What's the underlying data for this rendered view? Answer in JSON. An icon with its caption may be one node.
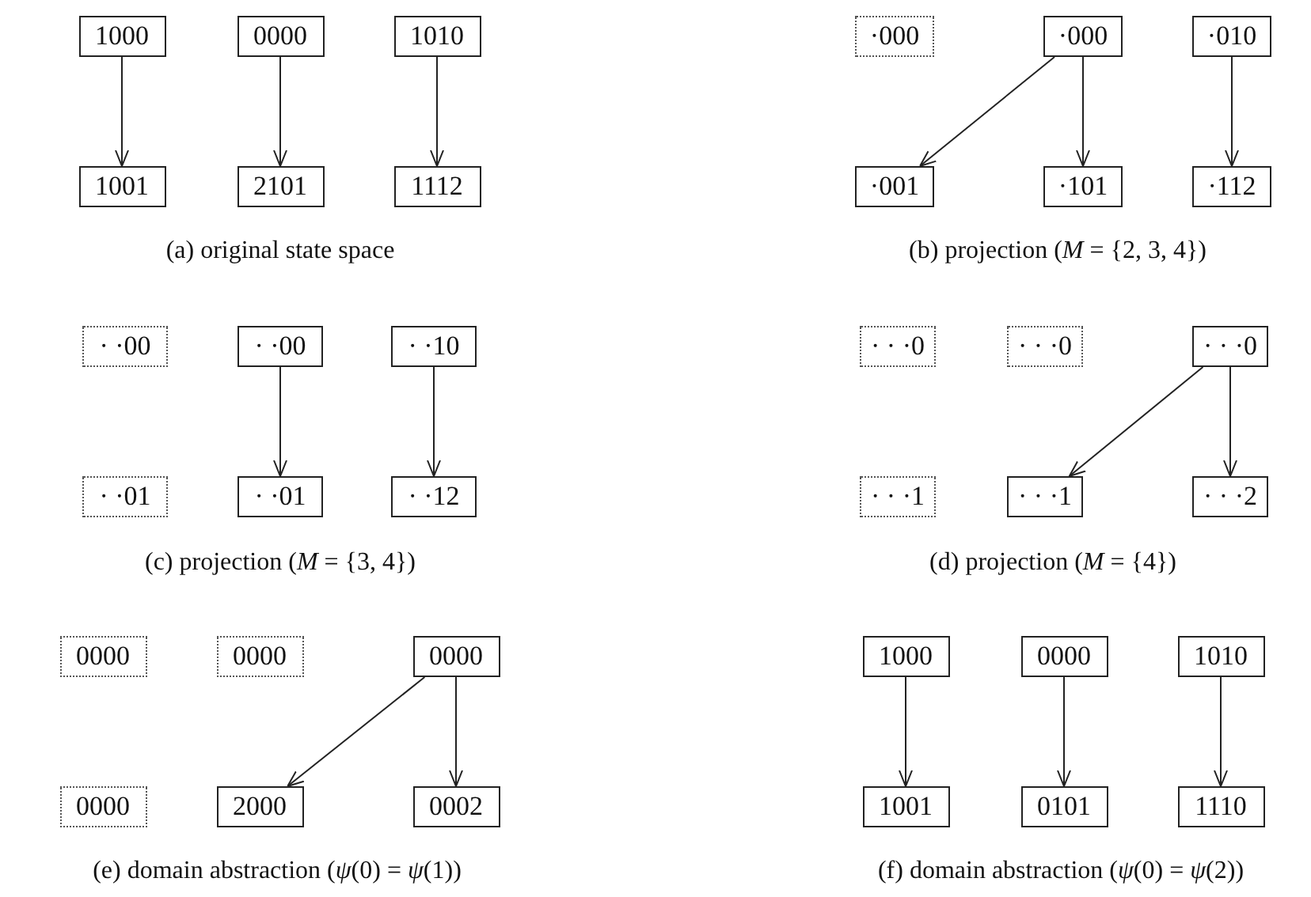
{
  "diagram": {
    "nodes": [
      {
        "text": [
          "1000"
        ]
      },
      {
        "text": [
          "0000"
        ]
      },
      {
        "text": [
          "1010"
        ]
      },
      {
        "text": [
          "1001"
        ]
      },
      {
        "text": [
          "2101"
        ]
      },
      {
        "text": [
          "1112"
        ]
      },
      {
        "text": [
          "·000"
        ]
      },
      {
        "text": [
          "·000"
        ]
      },
      {
        "text": [
          "·010"
        ]
      },
      {
        "text": [
          "·001"
        ]
      },
      {
        "text": [
          "·101"
        ]
      },
      {
        "text": [
          "·112"
        ]
      },
      {
        "text": [
          "· ·00"
        ]
      },
      {
        "text": [
          "· ·00"
        ]
      },
      {
        "text": [
          "· ·10"
        ]
      },
      {
        "text": [
          "· ·01"
        ]
      },
      {
        "text": [
          "· ·01"
        ]
      },
      {
        "text": [
          "· ·12"
        ]
      },
      {
        "text": [
          "· · ·0"
        ]
      },
      {
        "text": [
          "· · ·0"
        ]
      },
      {
        "text": [
          "· · ·0"
        ]
      },
      {
        "text": [
          "· · ·1"
        ]
      },
      {
        "text": [
          "· · ·1"
        ]
      },
      {
        "text": [
          "· · ·2"
        ]
      },
      {
        "text": [
          "0000"
        ]
      },
      {
        "text": [
          "0000"
        ]
      },
      {
        "text": [
          "0000"
        ]
      },
      {
        "text": [
          "0000"
        ]
      },
      {
        "text": [
          "2000"
        ]
      },
      {
        "text": [
          "0002"
        ]
      },
      {
        "text": [
          "1000"
        ]
      },
      {
        "text": [
          "0000"
        ]
      },
      {
        "text": [
          "1010"
        ]
      },
      {
        "text": [
          "1001"
        ]
      },
      {
        "text": [
          "0101"
        ]
      },
      {
        "text": [
          "1110"
        ]
      }
    ],
    "edges": [
      {
        "from": 0,
        "to": 3,
        "arrow": "to"
      },
      {
        "from": 1,
        "to": 4,
        "arrow": "to"
      },
      {
        "from": 2,
        "to": 5,
        "arrow": "to"
      },
      {
        "from": 7,
        "to": 9,
        "arrow": "to"
      },
      {
        "from": 7,
        "to": 10,
        "arrow": "to"
      },
      {
        "from": 8,
        "to": 11,
        "arrow": "to"
      },
      {
        "from": 13,
        "to": 16,
        "arrow": "to"
      },
      {
        "from": 14,
        "to": 17,
        "arrow": "to"
      },
      {
        "from": 20,
        "to": 22,
        "arrow": "to"
      },
      {
        "from": 20,
        "to": 23,
        "arrow": "to"
      },
      {
        "from": 26,
        "to": 28,
        "arrow": "to"
      },
      {
        "from": 26,
        "to": 29,
        "arrow": "to"
      },
      {
        "from": 30,
        "to": 33,
        "arrow": "to"
      },
      {
        "from": 31,
        "to": 34,
        "arrow": "to"
      },
      {
        "from": 32,
        "to": 35,
        "arrow": "to"
      }
    ],
    "labels": [
      "(a) original state space",
      "(b) projection (*M* = {2, 3, 4})",
      "(c) projection (*M* = {3, 4})",
      "(d) projection (*M* = {4})",
      "(e) domain abstraction (*ψ*(0) = *ψ*(1))",
      "(f) domain abstraction (*ψ*(0) = *ψ*(2))"
    ]
  }
}
